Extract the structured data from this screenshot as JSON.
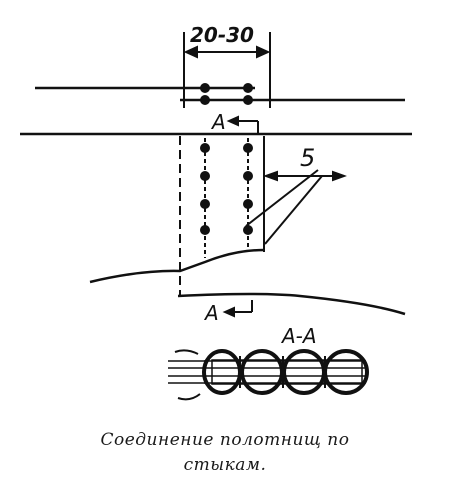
{
  "figure": {
    "dimension_label": "20-30",
    "section_mark": "A",
    "callout_number": "5",
    "section_view_label": "A-A"
  },
  "caption": {
    "line1": "Соединение полотнищ по",
    "line2": "стыкам."
  },
  "colors": {
    "ink": "#111111",
    "paper": "#ffffff"
  }
}
